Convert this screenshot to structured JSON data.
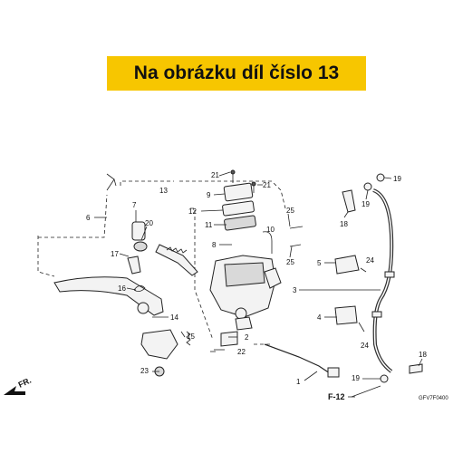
{
  "banner": {
    "text": "Na obrázku díl číslo 13"
  },
  "callouts": [
    {
      "id": "c1",
      "label": "1"
    },
    {
      "id": "c2",
      "label": "2"
    },
    {
      "id": "c3",
      "label": "3"
    },
    {
      "id": "c4",
      "label": "4"
    },
    {
      "id": "c5",
      "label": "5"
    },
    {
      "id": "c6",
      "label": "6"
    },
    {
      "id": "c7",
      "label": "7"
    },
    {
      "id": "c8",
      "label": "8"
    },
    {
      "id": "c9",
      "label": "9"
    },
    {
      "id": "c10",
      "label": "10"
    },
    {
      "id": "c11",
      "label": "11"
    },
    {
      "id": "c12",
      "label": "12"
    },
    {
      "id": "c13",
      "label": "13"
    },
    {
      "id": "c14",
      "label": "14"
    },
    {
      "id": "c15",
      "label": "15"
    },
    {
      "id": "c16",
      "label": "16"
    },
    {
      "id": "c17",
      "label": "17"
    },
    {
      "id": "c18a",
      "label": "18"
    },
    {
      "id": "c18b",
      "label": "18"
    },
    {
      "id": "c19a",
      "label": "19"
    },
    {
      "id": "c19b",
      "label": "19"
    },
    {
      "id": "c19c",
      "label": "19"
    },
    {
      "id": "c20",
      "label": "20"
    },
    {
      "id": "c21a",
      "label": "21"
    },
    {
      "id": "c21b",
      "label": "21"
    },
    {
      "id": "c22",
      "label": "22"
    },
    {
      "id": "c23",
      "label": "23"
    },
    {
      "id": "c24a",
      "label": "24"
    },
    {
      "id": "c24b",
      "label": "24"
    },
    {
      "id": "c25a",
      "label": "25"
    },
    {
      "id": "c25b",
      "label": "25"
    }
  ],
  "refs": {
    "fr": "FR.",
    "f12": "F-12",
    "code": "GFV7F0400"
  }
}
